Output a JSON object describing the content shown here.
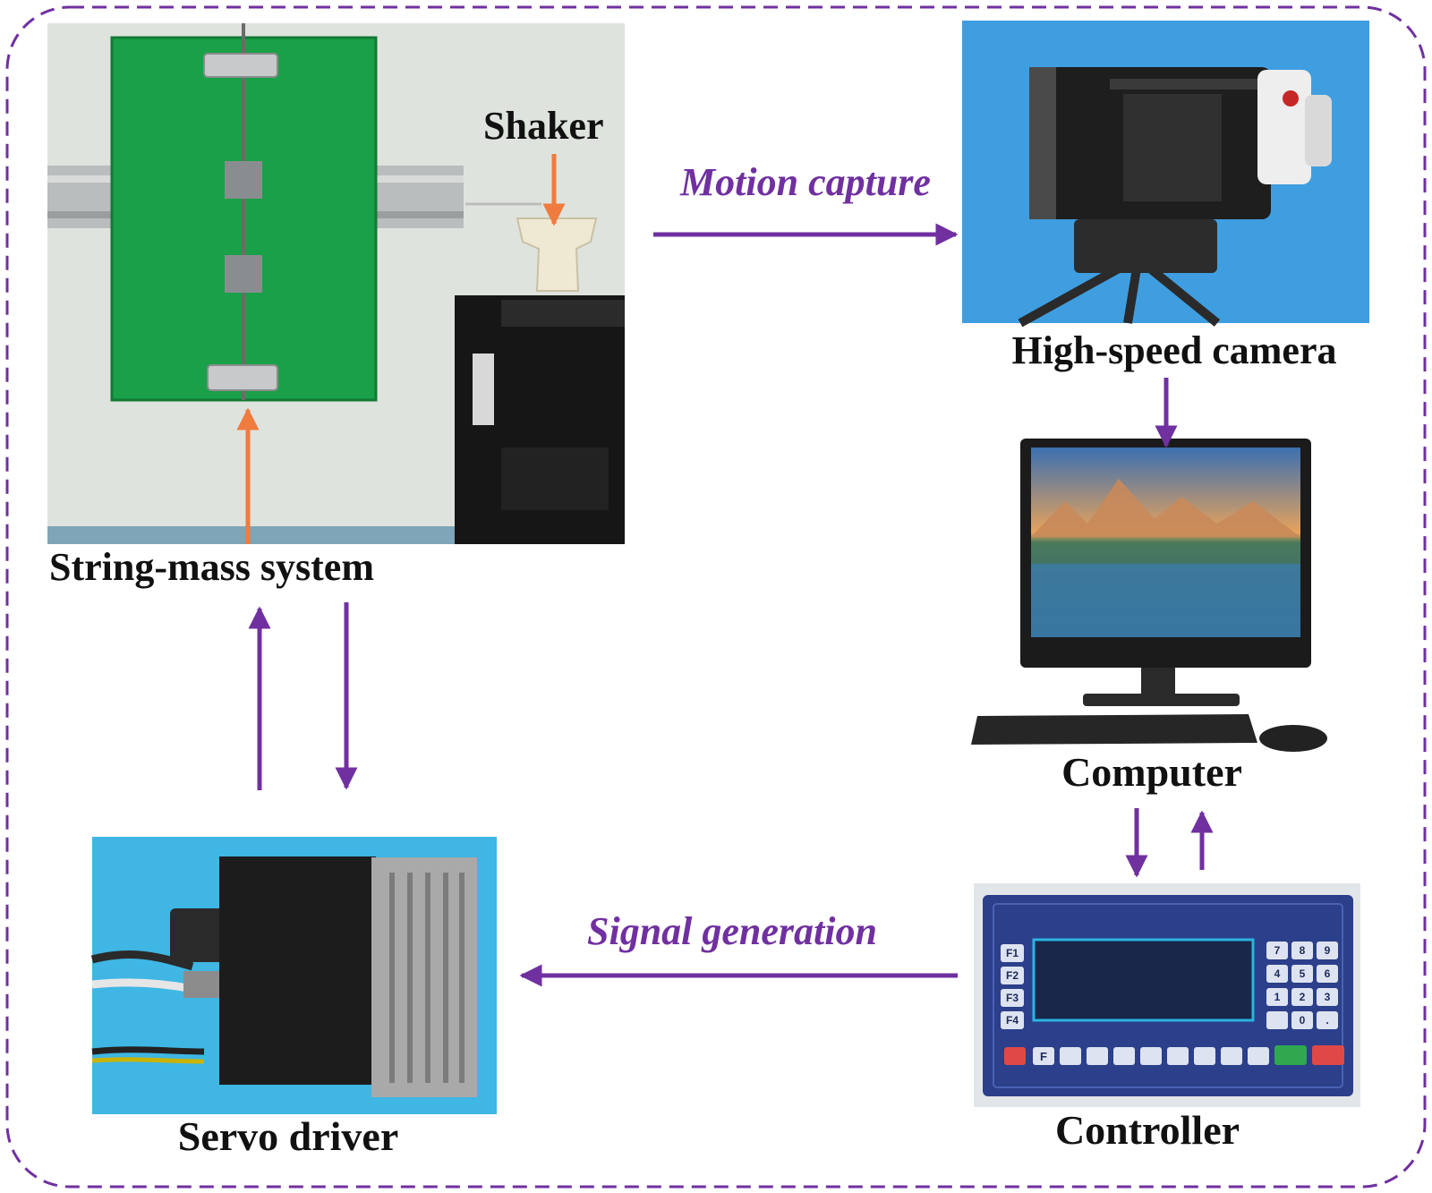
{
  "colors": {
    "arrow": "#7030a0",
    "shaker_arrow": "#f07b3f",
    "border": "#7030a0"
  },
  "labels": {
    "shaker": "Shaker",
    "string_mass_system": "String-mass system",
    "high_speed_camera": "High-speed camera",
    "computer": "Computer",
    "servo_driver": "Servo driver",
    "controller": "Controller"
  },
  "flows": {
    "motion_capture": "Motion capture",
    "signal_generation": "Signal generation"
  },
  "controller_keys": {
    "side": [
      "F1",
      "F2",
      "F3",
      "F4"
    ],
    "pad": [
      "7",
      "8",
      "9",
      "4",
      "5",
      "6",
      "1",
      "2",
      "3",
      "",
      "0",
      "."
    ],
    "bottom_f": "F"
  }
}
